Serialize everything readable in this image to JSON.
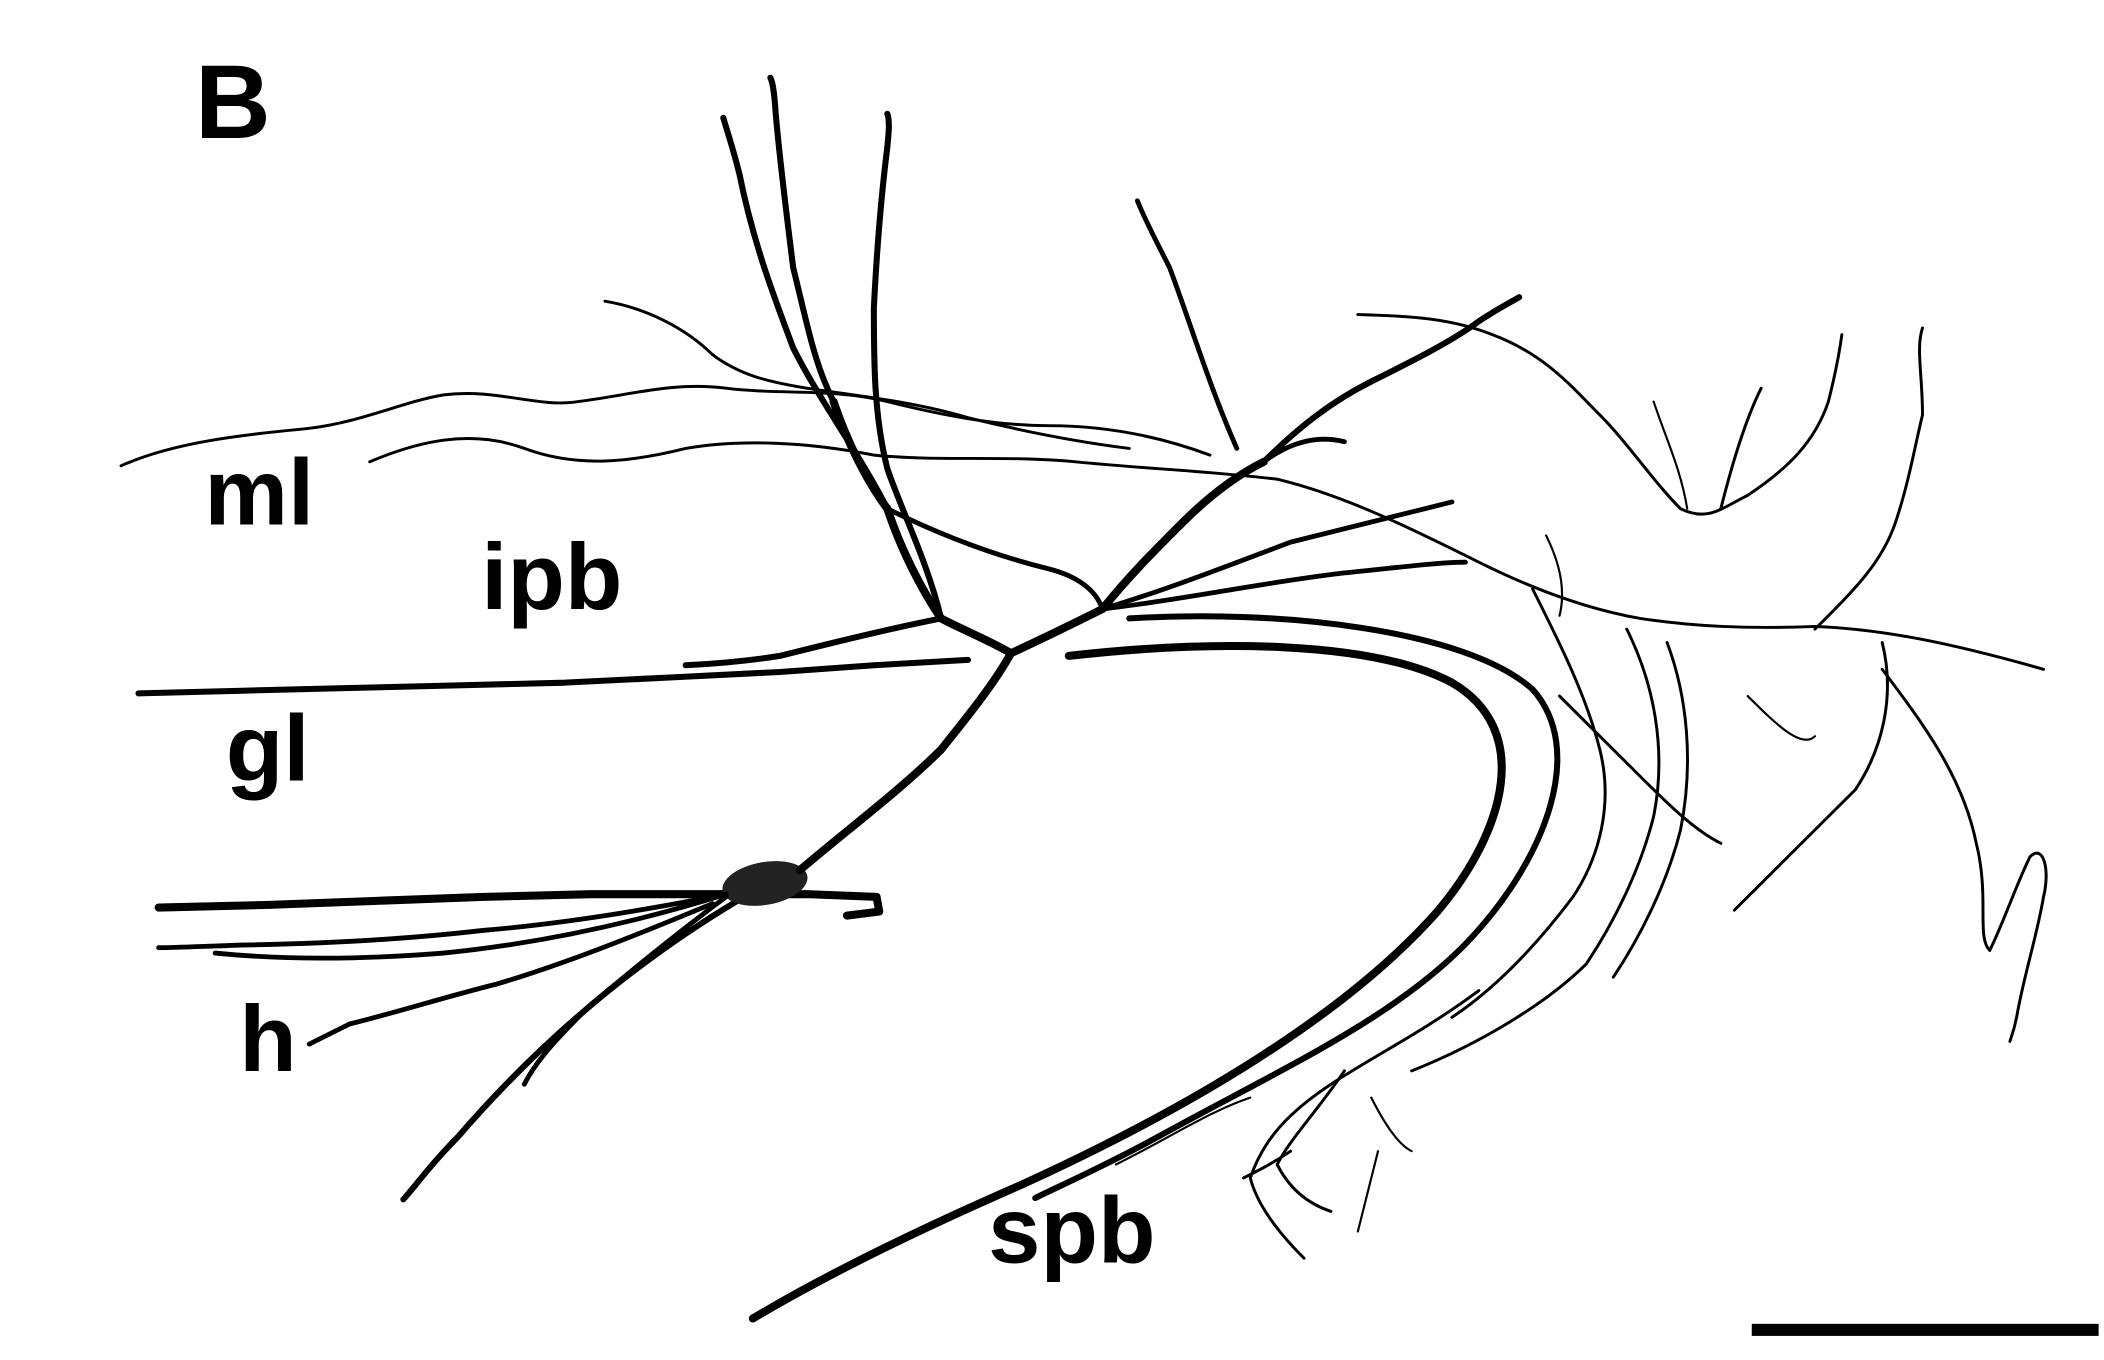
{
  "panel_label": "B",
  "labels": {
    "ml": "ml",
    "ipb": "ipb",
    "gl": "gl",
    "h": "h",
    "spb": "spb"
  },
  "colors": {
    "ink": "#000000",
    "background": "#ffffff"
  }
}
